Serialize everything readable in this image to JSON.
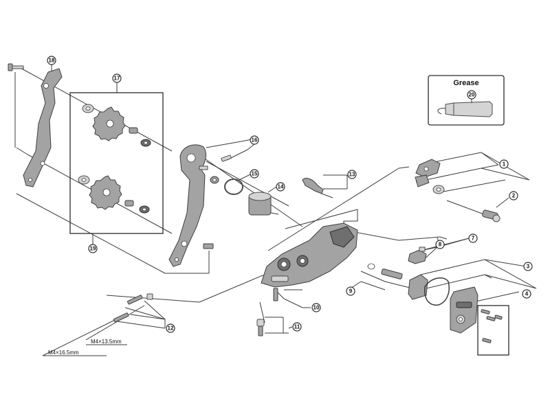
{
  "callouts": [
    {
      "id": "c1",
      "label": "1"
    },
    {
      "id": "c2",
      "label": "2"
    },
    {
      "id": "c3",
      "label": "3"
    },
    {
      "id": "c4",
      "label": "4"
    },
    {
      "id": "c7",
      "label": "7"
    },
    {
      "id": "c8",
      "label": "8"
    },
    {
      "id": "c9",
      "label": "9"
    },
    {
      "id": "c10",
      "label": "10"
    },
    {
      "id": "c11",
      "label": "11"
    },
    {
      "id": "c12",
      "label": "12"
    },
    {
      "id": "c13",
      "label": "13"
    },
    {
      "id": "c14",
      "label": "14"
    },
    {
      "id": "c15",
      "label": "15"
    },
    {
      "id": "c16",
      "label": "16"
    },
    {
      "id": "c17",
      "label": "17"
    },
    {
      "id": "c18",
      "label": "18"
    },
    {
      "id": "c19",
      "label": "19"
    },
    {
      "id": "c20",
      "label": "20"
    }
  ],
  "grease": {
    "title": "Grease"
  },
  "dimensions": {
    "screw_short": "M4×13.5mm",
    "screw_long": "M4×16.5mm"
  }
}
